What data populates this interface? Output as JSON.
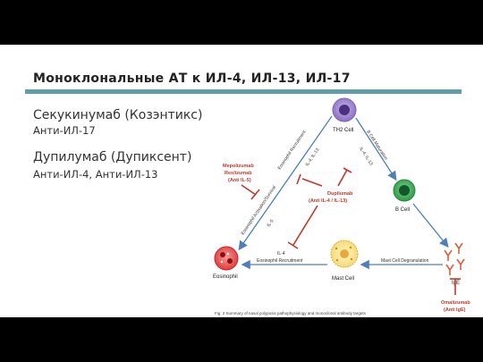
{
  "slide": {
    "title": "Моноклональные АТ к ИЛ-4, ИЛ-13, ИЛ-17",
    "drugs": [
      {
        "name": "Секукинумаб (Козэнтикс)",
        "target": "Анти-ИЛ-17"
      },
      {
        "name": "Дупилумаб (Дупиксент)",
        "target": "Анти-ИЛ-4, Анти-ИЛ-13"
      }
    ]
  },
  "diagram": {
    "nodes": {
      "th2": "TH2 Cell",
      "bcell": "B Cell",
      "mast": "Mast Cell",
      "eos": "Eosinophil",
      "ige": "IgE"
    },
    "edges": {
      "eos_recruit": "Eosinophil Recruitment",
      "eos_activation": "Eosinophil Activation/Survival",
      "il5": "IL-5",
      "il4_il13_a": "IL-4, IL-13",
      "bcell_maturation": "B Cell Maturation",
      "il4_il13_b": "IL-4, IL-13",
      "mast_degran": "Mast Cell Degranulation",
      "eos_recruit2": "Eosinophil Recruitment",
      "il4": "IL-4"
    },
    "inhibitors": {
      "mepo_line1": "Mepolizumab",
      "mepo_line2": "Reslizumab",
      "mepo_line3": "(Anti IL-5)",
      "dupi_line1": "Dupilumab",
      "dupi_line2": "(Anti IL-4 / IL-13)",
      "omal_line1": "Omalizumab",
      "omal_line2": "(Anti IgE)"
    },
    "caption": "Fig. 2  Summary of nasal polyposis pathophysiology and monoclonal antibody targets"
  },
  "colors": {
    "accent_rule": "#5f9ea9",
    "arrow_blue": "#4d7fb8",
    "inhibitor_red": "#c0392b",
    "inhibitor_text": "#c0392b"
  }
}
